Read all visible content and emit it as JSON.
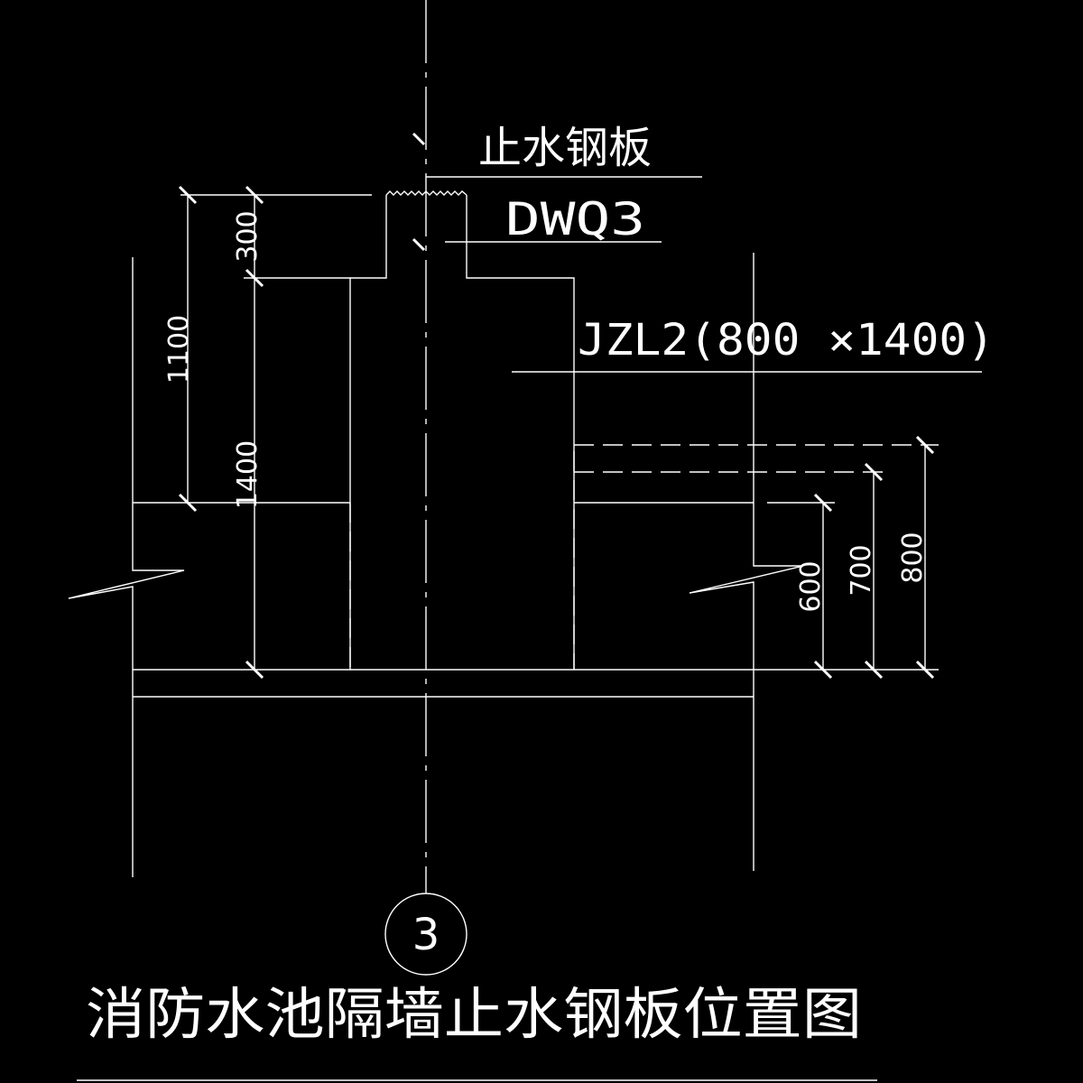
{
  "labels": {
    "waterstop_plate": "止水钢板",
    "waterstop_code": "DWQ3",
    "beam_label": "JZL2(800 ×1400)",
    "axis_number": "3",
    "title": "消防水池隔墙止水钢板位置图"
  },
  "dimensions": {
    "d300": "300",
    "d1100": "1100",
    "d1400": "1400",
    "d600": "600",
    "d700": "700",
    "d800": "800"
  },
  "colors": {
    "background": "#000000",
    "lines": "#ffffff"
  }
}
